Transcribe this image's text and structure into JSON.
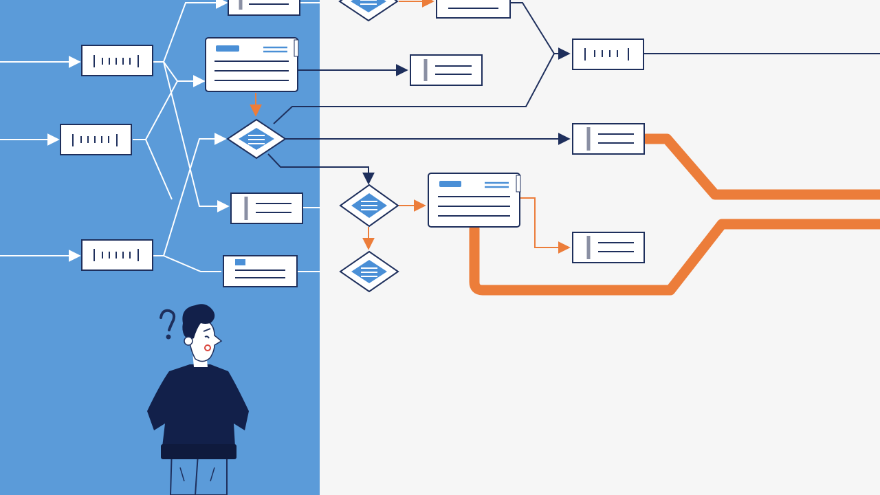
{
  "colors": {
    "panel_blue": "#5b9bd9",
    "background": "#f6f6f6",
    "navy": "#1e2f5c",
    "node_fill": "#ffffff",
    "accent_orange": "#ec7d3a",
    "accent_blue": "#4a8fd6",
    "grey_bar": "#8a8fa3",
    "skin": "#ffffff",
    "cheek": "#d9443b"
  },
  "diagram": {
    "type": "flowchart-illustration",
    "left_panel": "blue",
    "character": {
      "icon": "confused-person-icon",
      "symbol": "question-mark-icon"
    },
    "node_kinds": [
      "process-box",
      "card",
      "decision-diamond",
      "tab-box"
    ],
    "paths": {
      "highlight": "orange",
      "default": "navy"
    }
  }
}
